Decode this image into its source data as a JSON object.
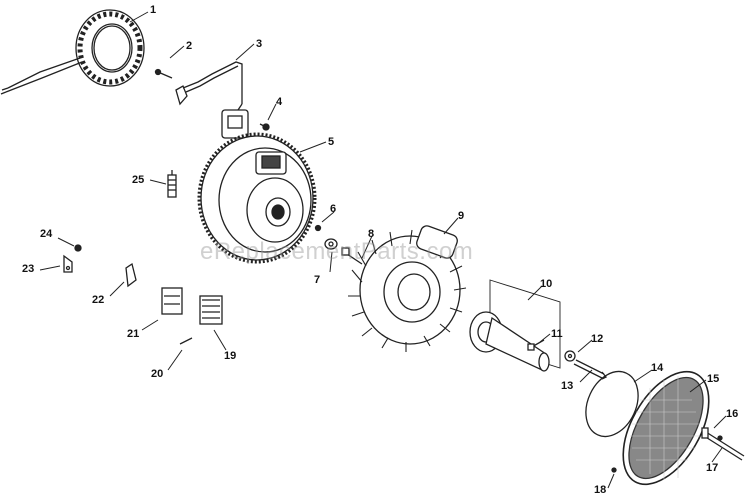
{
  "watermark": "eReplacementParts.com",
  "callouts": [
    {
      "id": "c1",
      "text": "1"
    },
    {
      "id": "c2",
      "text": "2"
    },
    {
      "id": "c3",
      "text": "3"
    },
    {
      "id": "c4",
      "text": "4"
    },
    {
      "id": "c5",
      "text": "5"
    },
    {
      "id": "c6",
      "text": "6"
    },
    {
      "id": "c7",
      "text": "7"
    },
    {
      "id": "c8",
      "text": "8"
    },
    {
      "id": "c9",
      "text": "9"
    },
    {
      "id": "c10",
      "text": "10"
    },
    {
      "id": "c11",
      "text": "11"
    },
    {
      "id": "c12",
      "text": "12"
    },
    {
      "id": "c13",
      "text": "13"
    },
    {
      "id": "c14",
      "text": "14"
    },
    {
      "id": "c15",
      "text": "15"
    },
    {
      "id": "c16",
      "text": "16"
    },
    {
      "id": "c17",
      "text": "17"
    },
    {
      "id": "c18",
      "text": "18"
    },
    {
      "id": "c19",
      "text": "19"
    },
    {
      "id": "c20",
      "text": "20"
    },
    {
      "id": "c21",
      "text": "21"
    },
    {
      "id": "c22",
      "text": "22"
    },
    {
      "id": "c23",
      "text": "23"
    },
    {
      "id": "c24",
      "text": "24"
    },
    {
      "id": "c25",
      "text": "25"
    }
  ]
}
